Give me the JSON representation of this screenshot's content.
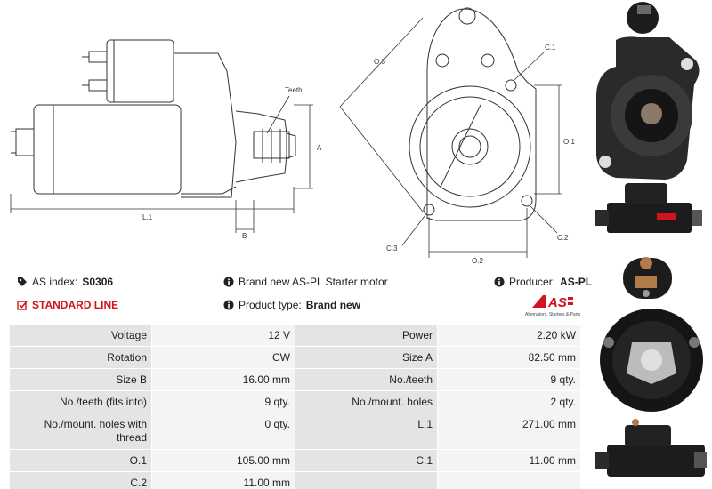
{
  "drawing": {
    "labels": {
      "teeth": "Teeth",
      "a": "A",
      "b": "B",
      "l1": "L.1",
      "o1": "O.1",
      "o2": "O.2",
      "o3": "O.3",
      "c1": "C.1",
      "c2": "C.2",
      "c3": "C.3"
    }
  },
  "header": {
    "as_index_label": "AS index:",
    "as_index_value": "S0306",
    "standard_line": "STANDARD LINE",
    "description": "Brand new AS-PL Starter motor",
    "product_type_label": "Product type:",
    "product_type_value": "Brand new",
    "producer_label": "Producer:",
    "producer_value": "AS-PL"
  },
  "logo": {
    "mark": "AS",
    "tagline": "Alternators, Starters & Parts",
    "accent_color": "#d2141e"
  },
  "specs": [
    {
      "l1": "Voltage",
      "v1": "12 V",
      "l2": "Power",
      "v2": "2.20 kW"
    },
    {
      "l1": "Rotation",
      "v1": "CW",
      "l2": "Size A",
      "v2": "82.50 mm"
    },
    {
      "l1": "Size B",
      "v1": "16.00 mm",
      "l2": "No./teeth",
      "v2": "9 qty."
    },
    {
      "l1": "No./teeth (fits into)",
      "v1": "9 qty.",
      "l2": "No./mount. holes",
      "v2": "2 qty."
    },
    {
      "l1": "No./mount. holes with thread",
      "v1": "0 qty.",
      "l2": "L.1",
      "v2": "271.00 mm"
    },
    {
      "l1": "O.1",
      "v1": "105.00 mm",
      "l2": "C.1",
      "v2": "11.00 mm"
    },
    {
      "l1": "C.2",
      "v1": "11.00 mm",
      "l2": "",
      "v2": ""
    }
  ],
  "icons": {
    "tag": "tag-icon",
    "check": "checkbox-icon",
    "info": "info-icon"
  }
}
